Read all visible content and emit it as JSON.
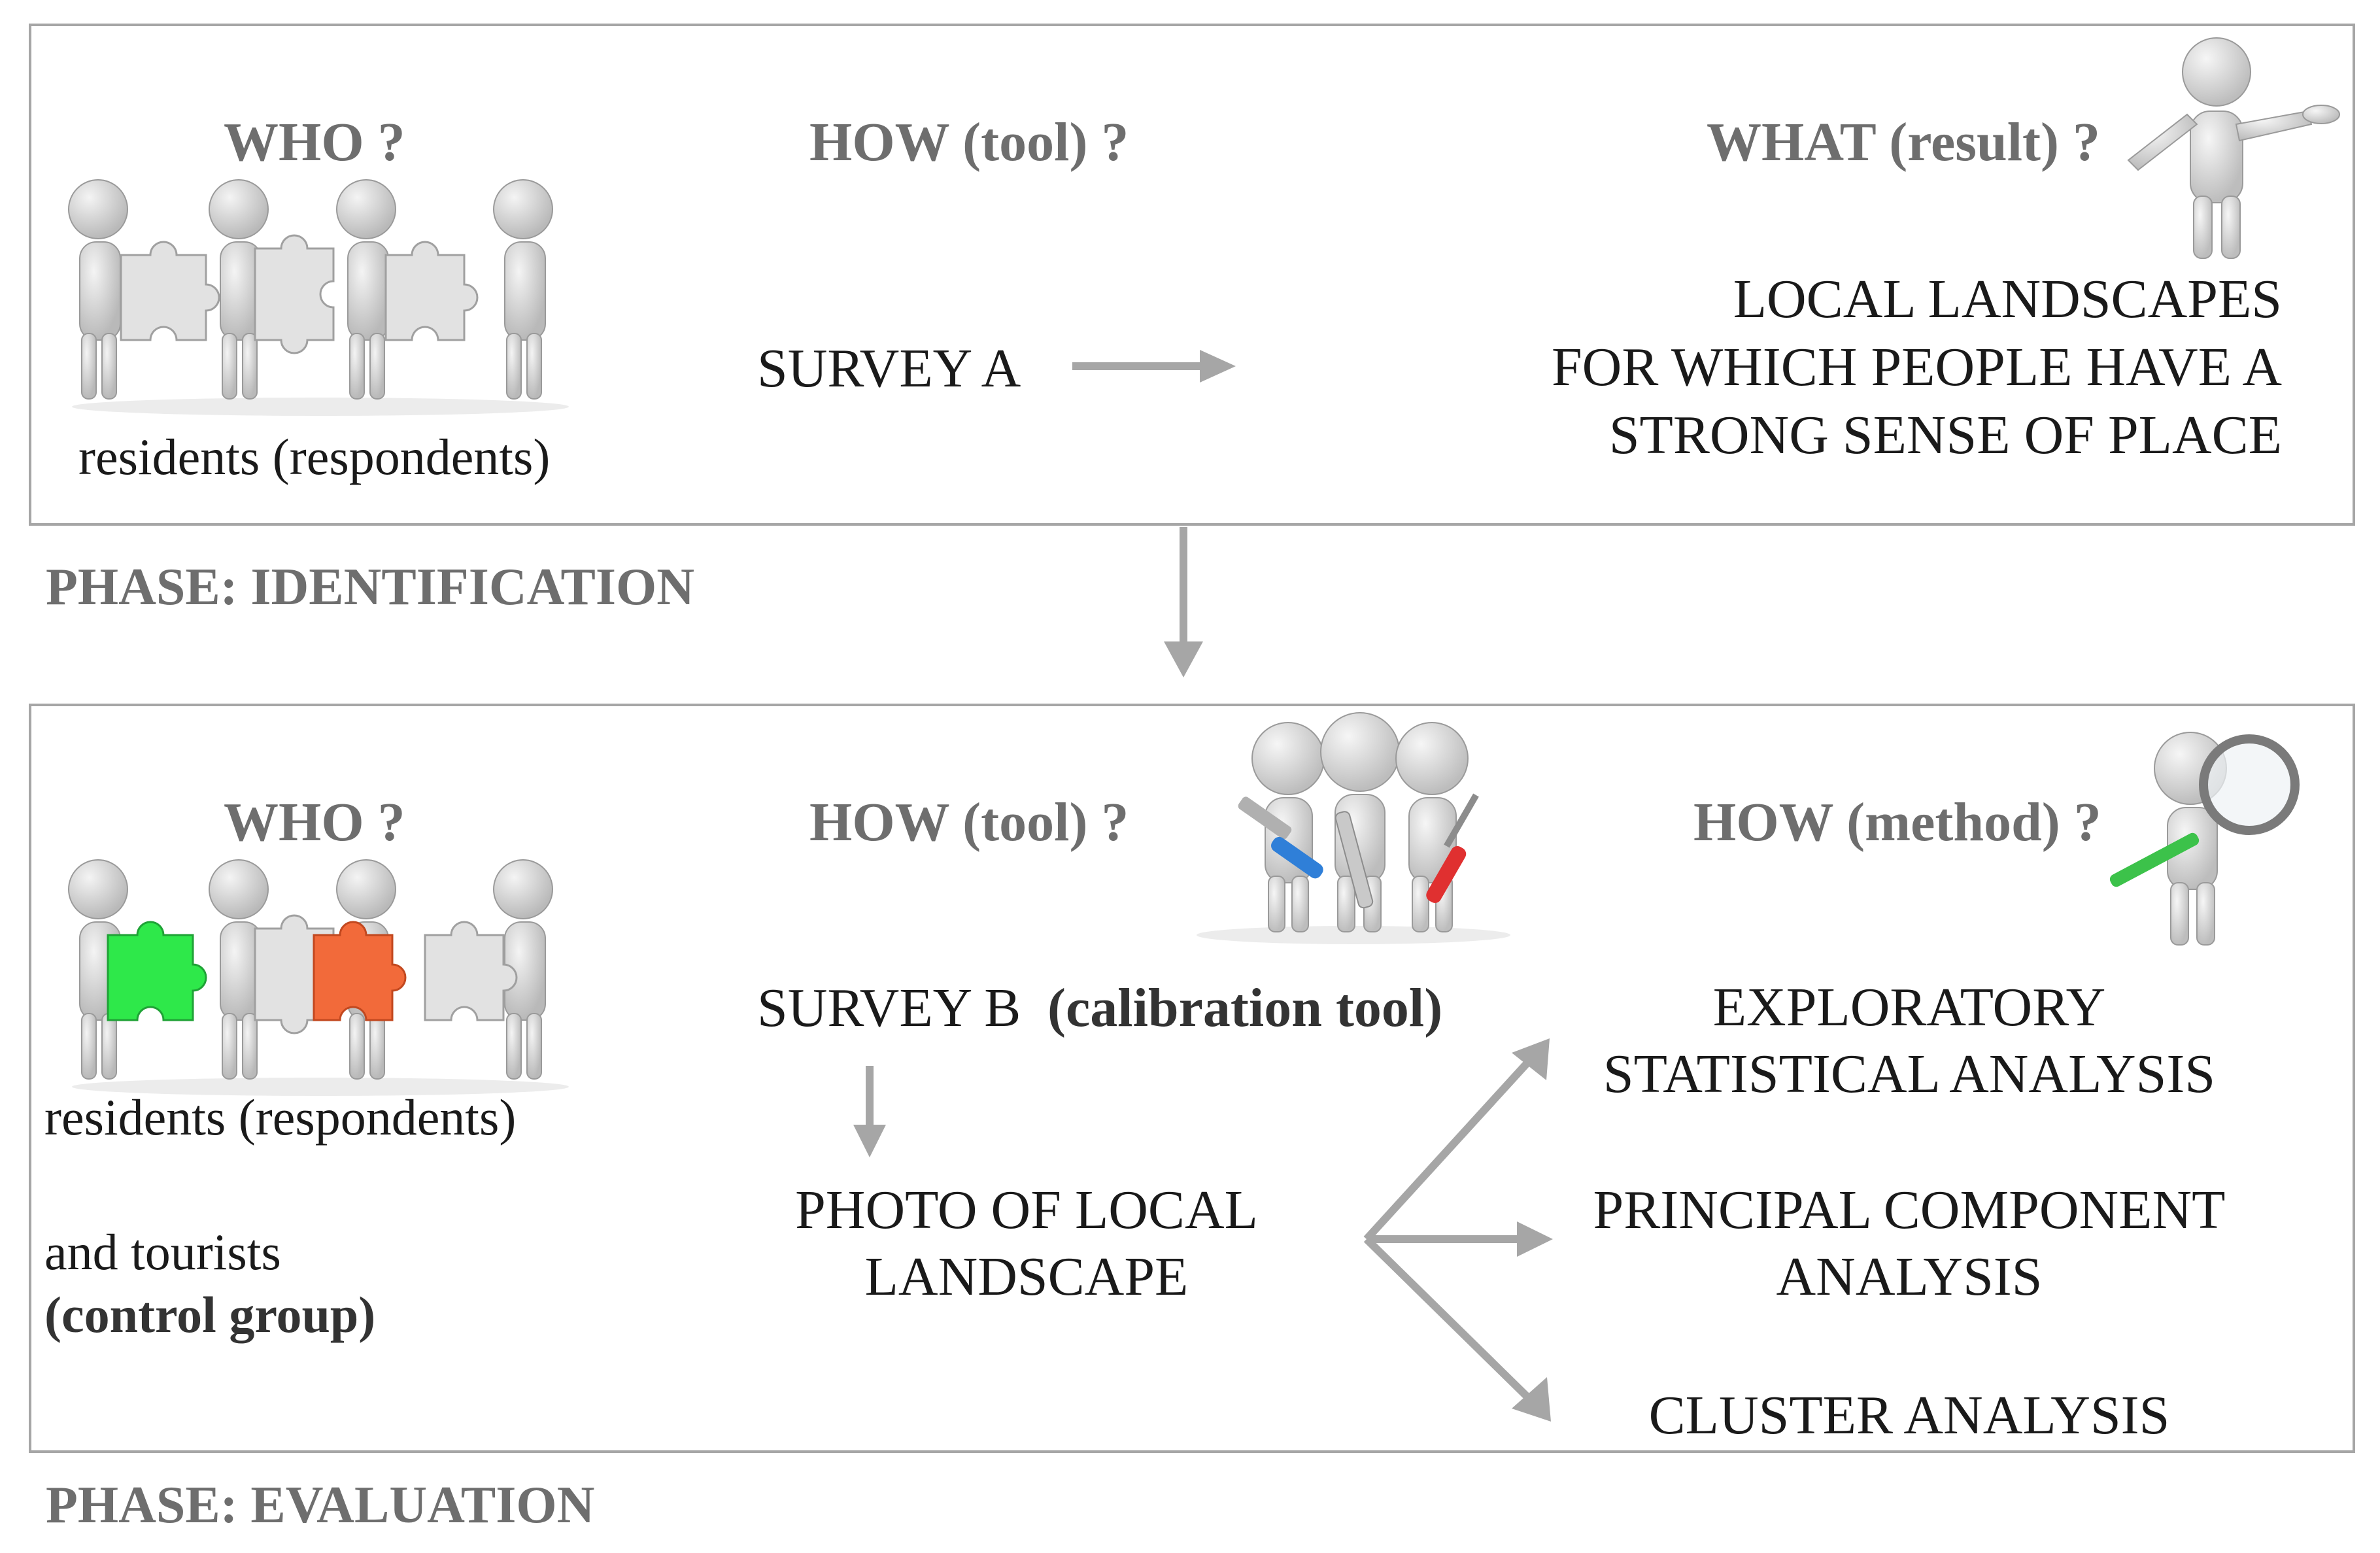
{
  "identification": {
    "who_header": "WHO ?",
    "how_header": "HOW (tool) ?",
    "what_header": "WHAT (result) ?",
    "who_caption": "residents (respondents)",
    "tool": "SURVEY A",
    "result_lines": [
      "LOCAL LANDSCAPES",
      "FOR WHICH PEOPLE HAVE A",
      "STRONG SENSE OF PLACE"
    ],
    "phase_label": "PHASE: IDENTIFICATION"
  },
  "evaluation": {
    "who_header": "WHO ?",
    "how_tool_header": "HOW (tool) ?",
    "how_method_header": "HOW (method) ?",
    "residents_caption": "residents (respondents)",
    "tourists_line": "and tourists",
    "control_group_line": "(control group)",
    "survey_b": "SURVEY B",
    "calibration_tool": "(calibration tool)",
    "photo_lines": [
      "PHOTO OF LOCAL",
      "LANDSCAPE"
    ],
    "methods": {
      "exploratory": [
        "EXPLORATORY",
        "STATISTICAL ANALYSIS"
      ],
      "pca": [
        "PRINCIPAL COMPONENT",
        "ANALYSIS"
      ],
      "cluster": [
        "CLUSTER ANALYSIS"
      ]
    },
    "phase_label": "PHASE: EVALUATION"
  },
  "colors": {
    "arrow": "#a6a6a6",
    "header_text": "#6e6e6e",
    "puzzle_green": "#2ee84a",
    "puzzle_orange": "#f26a3a",
    "figure_gray": "#d8d8d8"
  },
  "icons": [
    "team-puzzle-icon",
    "presenting-figure-icon",
    "tool-team-icon",
    "magnifier-figure-icon"
  ]
}
